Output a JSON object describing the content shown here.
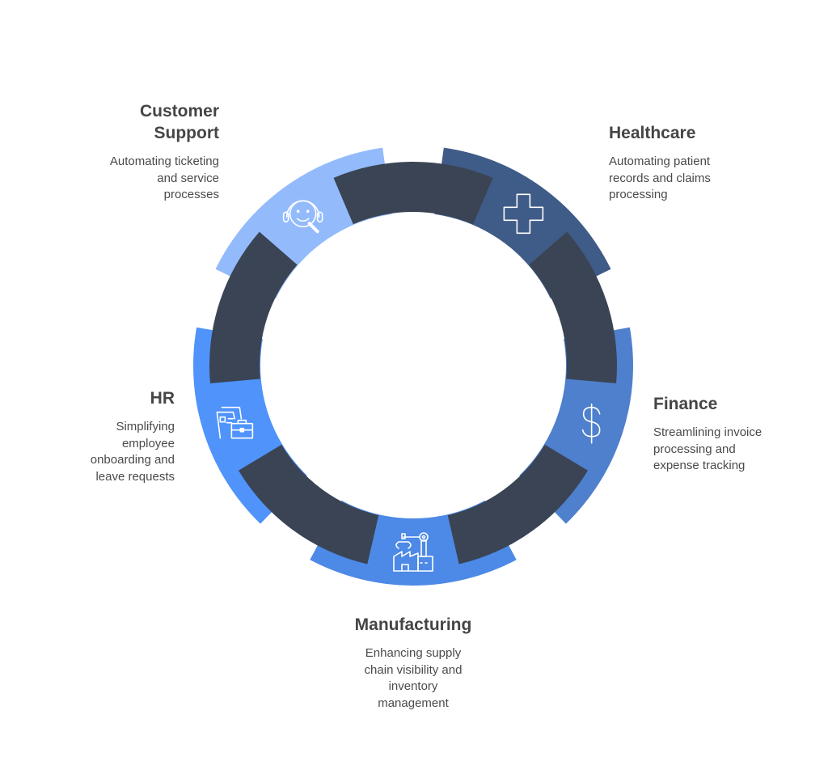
{
  "diagram": {
    "type": "cycle",
    "ring_color": "#3a4454",
    "segments": [
      {
        "id": "customer-support",
        "title": "Customer Support",
        "title_lines": [
          "Customer",
          "Support"
        ],
        "description": "Automating ticketing and service processes",
        "description_lines": [
          "Automating ticketing",
          "and service",
          "processes"
        ],
        "icon": "headset-search-icon",
        "color": "#93bbfc"
      },
      {
        "id": "healthcare",
        "title": "Healthcare",
        "title_lines": [
          "Healthcare"
        ],
        "description": "Automating patient records and claims processing",
        "description_lines": [
          "Automating patient",
          "records and claims",
          "processing"
        ],
        "icon": "medical-cross-icon",
        "color": "#3f5b87"
      },
      {
        "id": "finance",
        "title": "Finance",
        "title_lines": [
          "Finance"
        ],
        "description": "Streamlining invoice processing and expense tracking",
        "description_lines": [
          "Streamlining invoice",
          "processing and",
          "expense tracking"
        ],
        "icon": "dollar-icon",
        "color": "#4e80cd"
      },
      {
        "id": "manufacturing",
        "title": "Manufacturing",
        "title_lines": [
          "Manufacturing"
        ],
        "description": "Enhancing supply chain visibility and inventory management",
        "description_lines": [
          "Enhancing supply",
          "chain visibility and",
          "inventory",
          "management"
        ],
        "icon": "factory-robot-arm-icon",
        "color": "#4d89e6"
      },
      {
        "id": "hr",
        "title": "HR",
        "title_lines": [
          "HR"
        ],
        "description": "Simplifying employee onboarding and leave requests",
        "description_lines": [
          "Simplifying",
          "employee",
          "onboarding and",
          "leave requests"
        ],
        "icon": "documents-briefcase-icon",
        "color": "#4f93fb"
      }
    ]
  }
}
